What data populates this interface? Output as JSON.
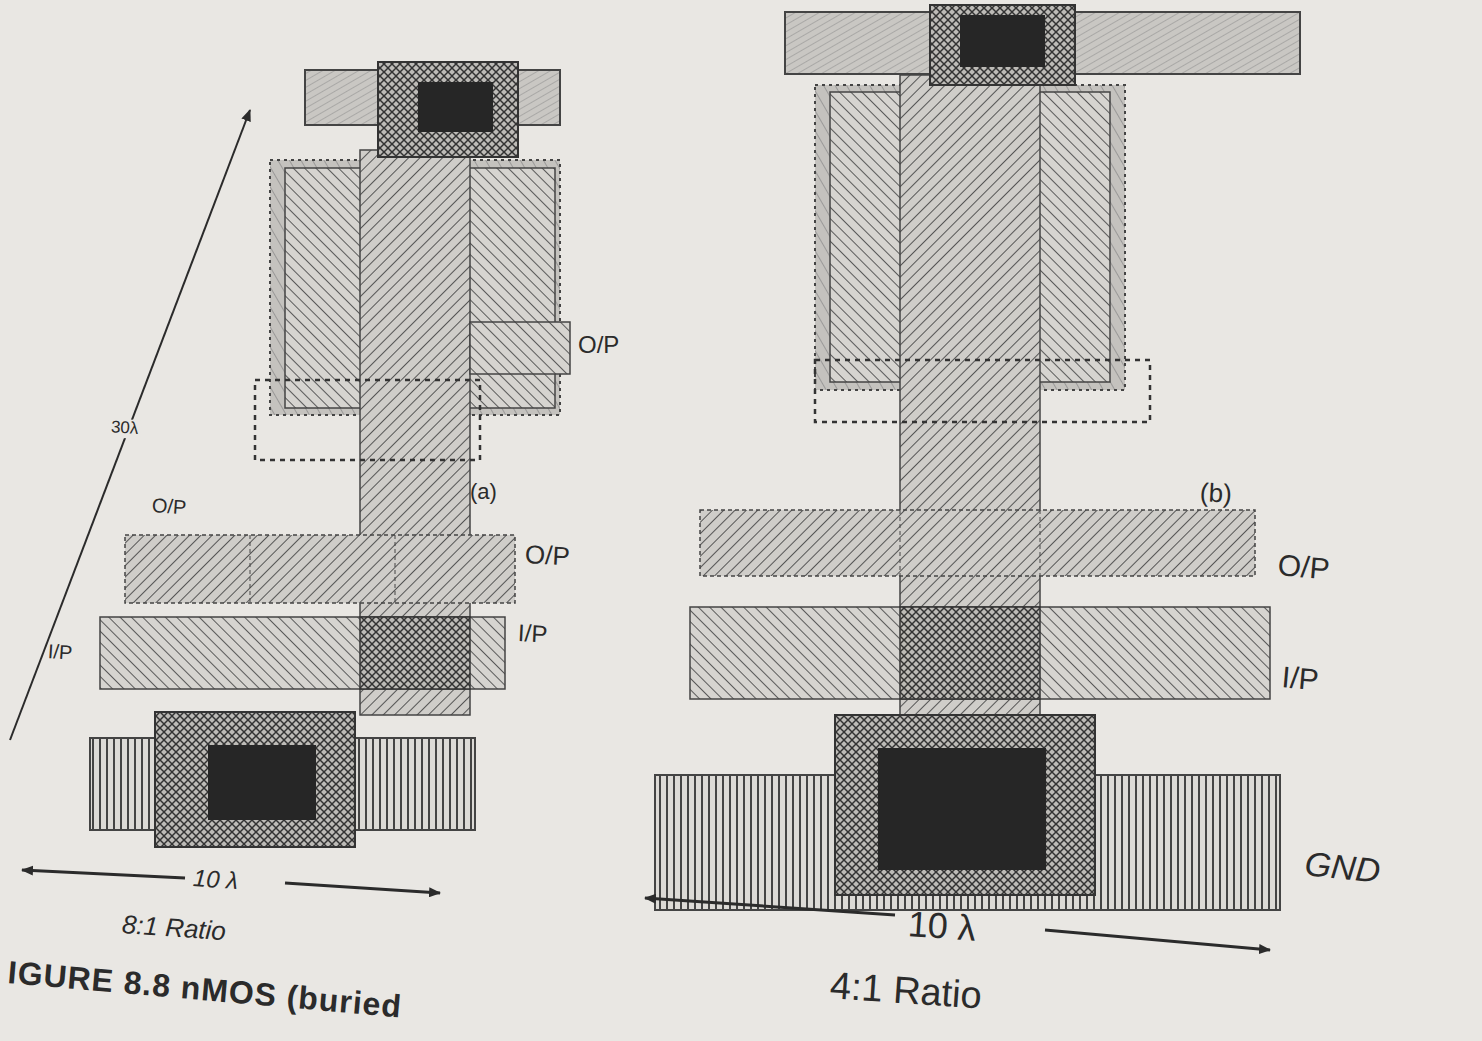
{
  "diagram": {
    "caption": "IGURE 8.8 nMOS (buried",
    "labels": [
      "O/P",
      "30λ",
      "O/P",
      "(a)",
      "O/P",
      "I/P",
      "I/P",
      "10 λ",
      "8:1 Ratio",
      "(b)",
      "O/P",
      "I/P",
      "GND",
      "10 λ",
      "4:1 Ratio"
    ]
  }
}
